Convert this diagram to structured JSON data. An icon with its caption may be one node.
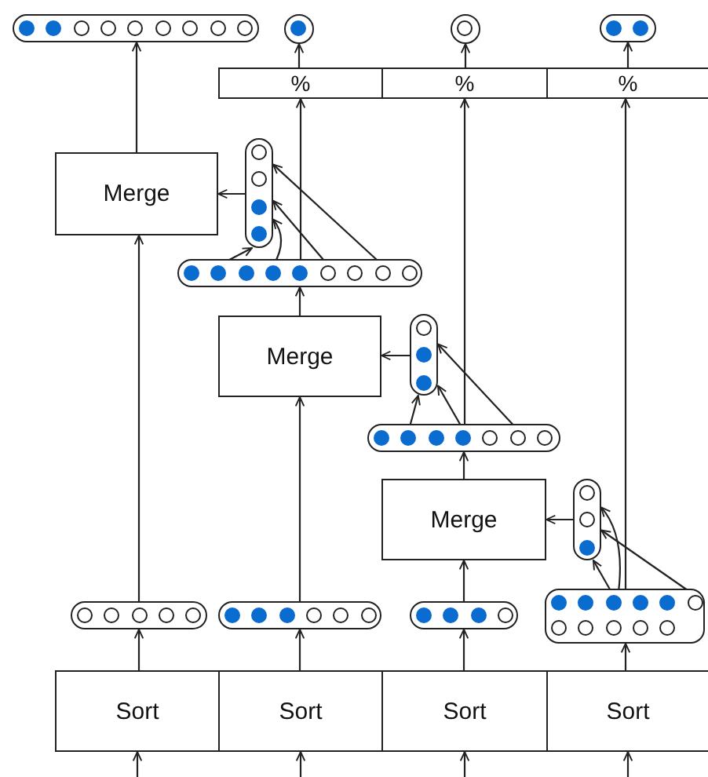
{
  "diagram": {
    "nodes": [
      {
        "text": [],
        "shape": "bar"
      },
      {
        "text": [],
        "shape": "circle"
      },
      {
        "text": [],
        "shape": "circle"
      },
      {
        "text": [],
        "shape": "bar"
      },
      {
        "text": [
          "%"
        ]
      },
      {
        "text": [
          "%"
        ]
      },
      {
        "text": [
          "%"
        ]
      },
      {
        "text": [
          "Merge"
        ]
      },
      {
        "text": [],
        "shape": "bar"
      },
      {
        "text": [],
        "shape": "bar"
      },
      {
        "text": [
          "Merge"
        ]
      },
      {
        "text": [],
        "shape": "bar"
      },
      {
        "text": [],
        "shape": "bar"
      },
      {
        "text": [
          "Merge"
        ]
      },
      {
        "text": [],
        "shape": "bar"
      },
      {
        "text": [],
        "shape": "box"
      },
      {
        "text": [],
        "shape": "bar"
      },
      {
        "text": [],
        "shape": "bar"
      },
      {
        "text": [],
        "shape": "bar"
      },
      {
        "text": [
          "Sort"
        ]
      },
      {
        "text": [
          "Sort"
        ]
      },
      {
        "text": [
          "Sort"
        ]
      },
      {
        "text": [
          "Sort"
        ]
      }
    ],
    "edges": [
      {
        "from": 16,
        "to": 7,
        "arrow": "to"
      },
      {
        "from": 7,
        "to": 0,
        "arrow": "to"
      },
      {
        "from": 8,
        "to": 7,
        "arrow": "to"
      },
      {
        "from": 9,
        "to": 8,
        "arrow": "to"
      },
      {
        "from": 9,
        "to": 8,
        "arrow": "to"
      },
      {
        "from": 9,
        "to": 8,
        "arrow": "to"
      },
      {
        "from": 9,
        "to": 8,
        "arrow": "to"
      },
      {
        "from": 9,
        "to": 4,
        "arrow": "to"
      },
      {
        "from": 4,
        "to": 1,
        "arrow": "to"
      },
      {
        "from": 17,
        "to": 10,
        "arrow": "to"
      },
      {
        "from": 10,
        "to": 9,
        "arrow": "to"
      },
      {
        "from": 11,
        "to": 10,
        "arrow": "to"
      },
      {
        "from": 12,
        "to": 11,
        "arrow": "to"
      },
      {
        "from": 12,
        "to": 11,
        "arrow": "to"
      },
      {
        "from": 12,
        "to": 11,
        "arrow": "to"
      },
      {
        "from": 12,
        "to": 5,
        "arrow": "to"
      },
      {
        "from": 5,
        "to": 2,
        "arrow": "to"
      },
      {
        "from": 18,
        "to": 13,
        "arrow": "to"
      },
      {
        "from": 13,
        "to": 12,
        "arrow": "to"
      },
      {
        "from": 14,
        "to": 13,
        "arrow": "to"
      },
      {
        "from": 15,
        "to": 14,
        "arrow": "to"
      },
      {
        "from": 15,
        "to": 14,
        "arrow": "to"
      },
      {
        "from": 15,
        "to": 14,
        "arrow": "to"
      },
      {
        "from": 15,
        "to": 6,
        "arrow": "to"
      },
      {
        "from": 6,
        "to": 3,
        "arrow": "to"
      },
      {
        "from": 19,
        "to": 16,
        "arrow": "to"
      },
      {
        "from": 20,
        "to": 17,
        "arrow": "to"
      },
      {
        "from": 21,
        "to": 18,
        "arrow": "to"
      },
      {
        "from": 22,
        "to": 15,
        "arrow": "to"
      },
      {
        "from": null,
        "to": 19,
        "arrow": "to"
      },
      {
        "from": null,
        "to": 20,
        "arrow": "to"
      },
      {
        "from": null,
        "to": 21,
        "arrow": "to"
      },
      {
        "from": null,
        "to": 22,
        "arrow": "to"
      }
    ]
  }
}
